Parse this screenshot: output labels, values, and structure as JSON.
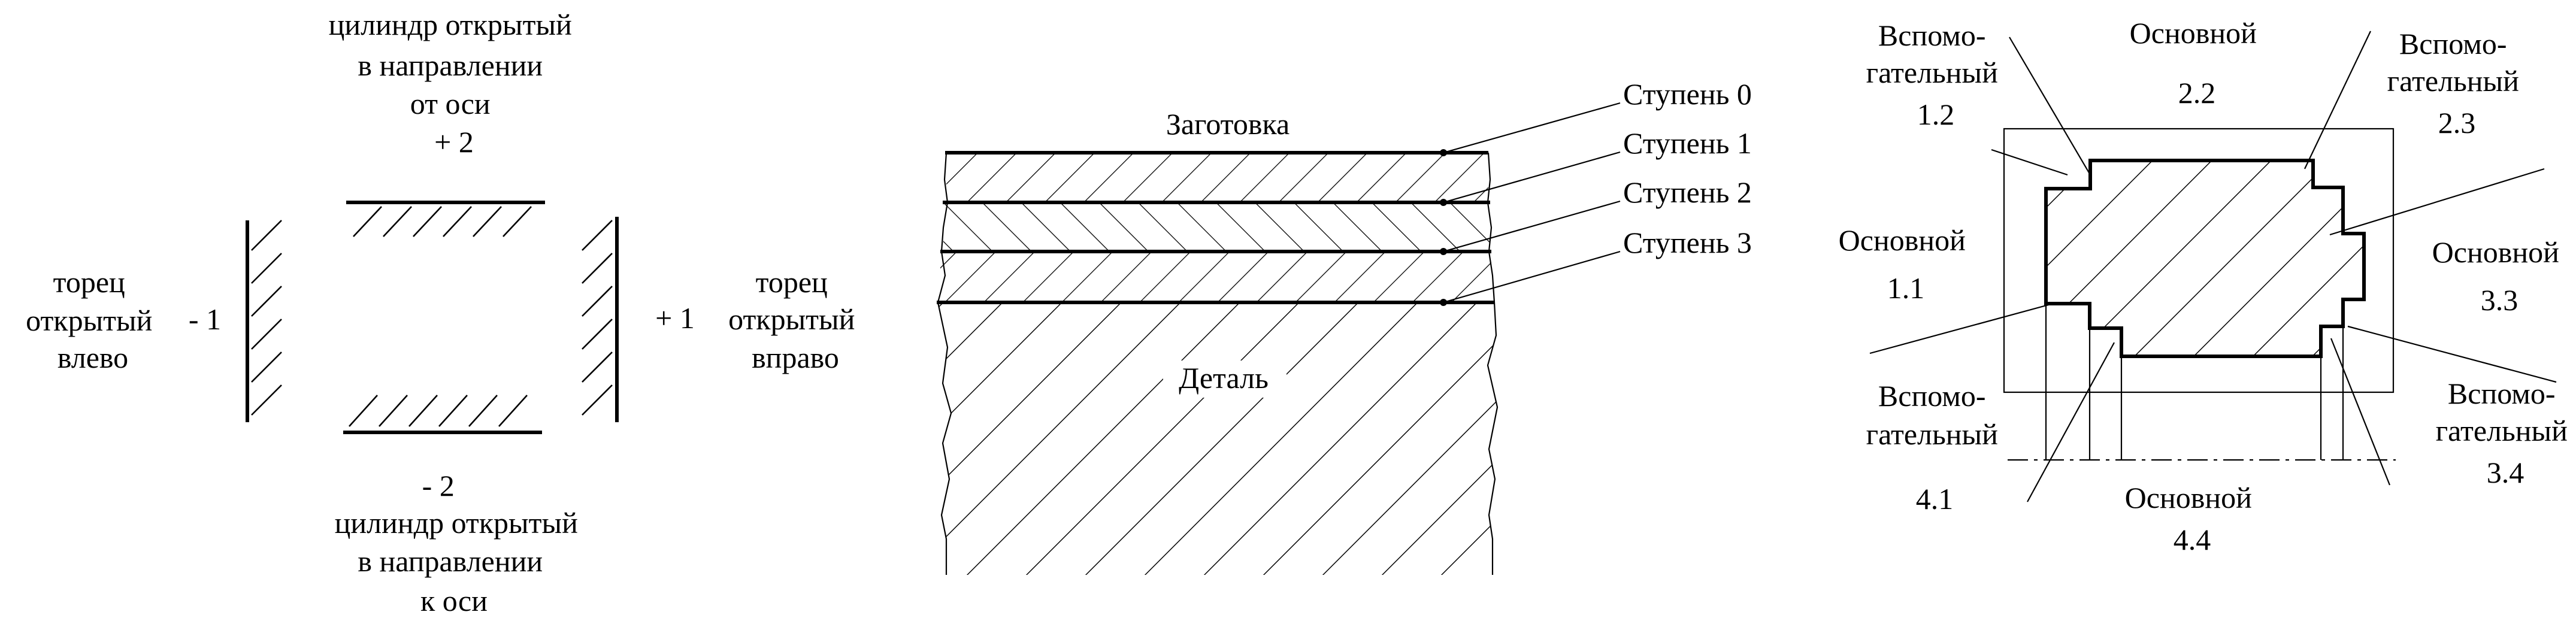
{
  "left_panel": {
    "top_label": [
      "цилиндр открытый",
      "в направлении",
      "от оси",
      "+ 2"
    ],
    "bottom_label": [
      "- 2",
      "цилиндр открытый",
      "в направлении",
      "к оси"
    ],
    "left_label": [
      "торец",
      "открытый",
      "влево"
    ],
    "left_code": "- 1",
    "right_code": "+ 1",
    "right_label": [
      "торец",
      "открытый",
      "вправо"
    ]
  },
  "middle_panel": {
    "blank_label": "Заготовка",
    "part_label": "Деталь",
    "steps": [
      "Ступень 0",
      "Ступень 1",
      "Ступень 2",
      "Ступень 3"
    ]
  },
  "right_panel": {
    "surfaces": [
      {
        "label": [
          "Вспомо-",
          "гательный",
          "1.2"
        ]
      },
      {
        "label": [
          "Основной",
          "",
          "2.2"
        ]
      },
      {
        "label": [
          "Вспомо-",
          "гательный",
          "2.3"
        ]
      },
      {
        "label": [
          "Основной",
          "1.1"
        ]
      },
      {
        "label": [
          "Основной",
          "3.3"
        ]
      },
      {
        "label": [
          "Вспомо-",
          "гательный",
          "",
          "4.1"
        ]
      },
      {
        "label": [
          "Основной",
          "4.4"
        ]
      },
      {
        "label": [
          "Вспомо-",
          "гательный",
          "3.4"
        ]
      }
    ]
  }
}
